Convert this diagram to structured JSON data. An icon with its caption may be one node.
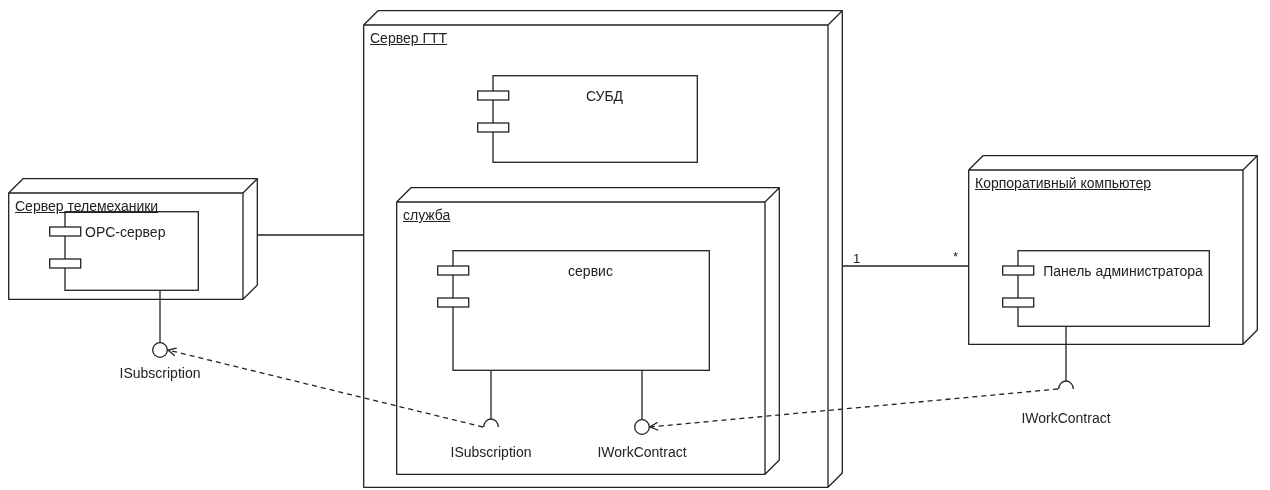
{
  "diagram": {
    "nodes": [
      {
        "text": [
          "Сервер телемеханики"
        ]
      },
      {
        "text": [
          "OPC-сервер"
        ],
        "in": 0
      },
      {
        "text": [],
        "shape": "circle",
        "beside": [
          "ISubscription"
        ]
      },
      {
        "text": [
          "Сервер ГТТ"
        ]
      },
      {
        "text": [
          "СУБД"
        ],
        "in": 3
      },
      {
        "text": [
          "служба"
        ],
        "in": 3
      },
      {
        "text": [
          "сервис"
        ],
        "in": 5
      },
      {
        "text": [],
        "shape": "arc",
        "in": 5,
        "beside": [
          "ISubscription"
        ]
      },
      {
        "text": [],
        "shape": "circle",
        "in": 5,
        "beside": [
          "IWorkContract"
        ]
      },
      {
        "text": [
          "Корпоративный компьютер"
        ]
      },
      {
        "text": [
          "Панель администратора"
        ],
        "in": 9
      },
      {
        "text": [],
        "shape": "arc",
        "beside": [
          "IWorkContract"
        ]
      }
    ],
    "edges": [
      {
        "from": 0,
        "to": 3,
        "arrow": "none"
      },
      {
        "from": 3,
        "to": 9,
        "arrow": "none"
      },
      {
        "from": 1,
        "to": 2,
        "arrow": "none"
      },
      {
        "from": 6,
        "to": 7,
        "arrow": "none"
      },
      {
        "from": 6,
        "to": 8,
        "arrow": "none"
      },
      {
        "from": 10,
        "to": 11,
        "arrow": "none"
      },
      {
        "from": 7,
        "to": 2,
        "arrow": "to",
        "style": "dashed"
      },
      {
        "from": 11,
        "to": 8,
        "arrow": "to",
        "style": "dashed"
      }
    ],
    "labels": [
      "1",
      "*"
    ]
  }
}
